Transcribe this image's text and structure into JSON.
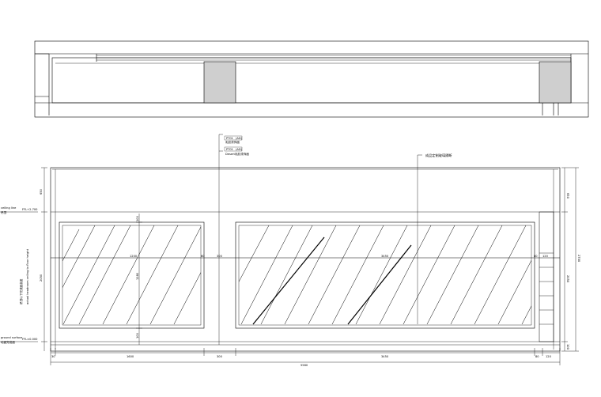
{
  "callouts": {
    "tag1_code": "PT01",
    "tag1_suffix": "(AD)",
    "tag1_text": "乳胶漆饰面",
    "tag2_code": "PT01",
    "tag2_suffix": "(AD)",
    "tag2_text": "Desert乳胶漆饰面",
    "right_note": "成品定制玻璃隔断"
  },
  "levels": {
    "upper_name": "ceiling line",
    "upper_sub": "吊顶",
    "upper_value": "FFL+2.700",
    "lower_name": "ground surface",
    "lower_sub": "地面完成面",
    "lower_value": "FFL±0.000",
    "vertical_1": "吊顶以下完成面高度",
    "vertical_2": "actual headroom ceiling to floor height"
  },
  "dims": {
    "bottom_segments": [
      "30",
      "1600",
      "300",
      "3450",
      "80",
      "120"
    ],
    "bottom_total": "5580",
    "mid_a": "1200",
    "mid_b": "60",
    "mid_c": "300",
    "mid_d": "3450",
    "mid_e": "80",
    "mid_f": "120",
    "glass_top": "100",
    "glass_height": "1180",
    "glass_bottom": "100",
    "right_top": "650",
    "right_mid": "2050",
    "right_total": "2700",
    "right_bottom": "100",
    "left_top": "650",
    "left_mid": "2050"
  }
}
